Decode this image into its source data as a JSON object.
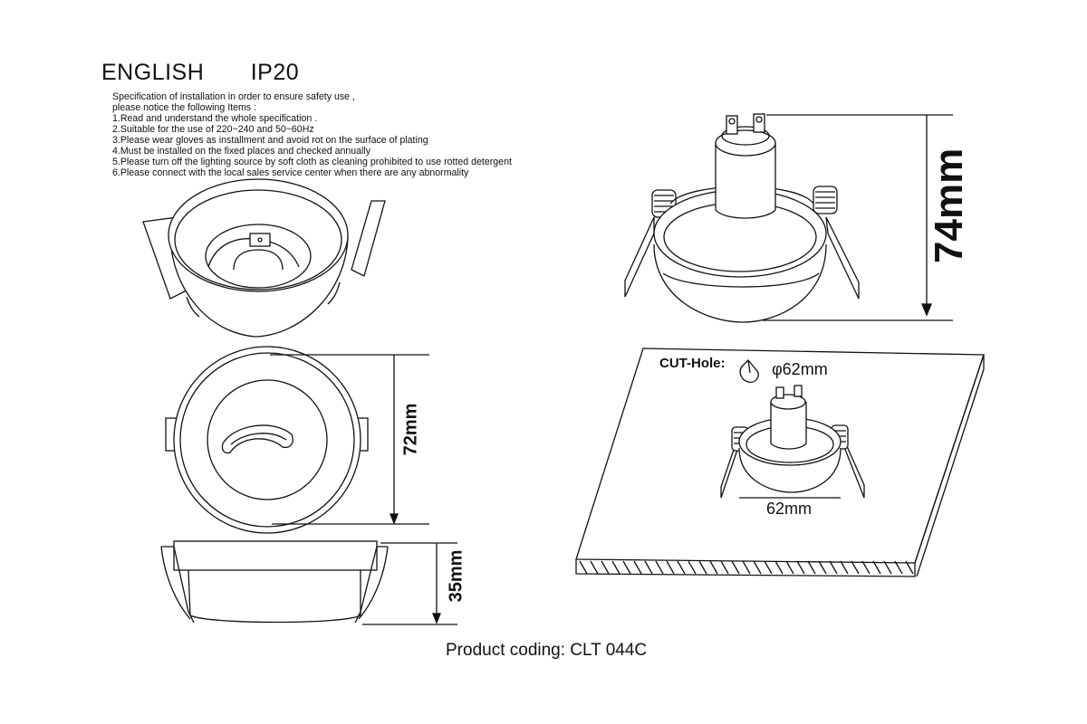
{
  "header": {
    "language": "ENGLISH",
    "rating": "IP20"
  },
  "spec_lines": [
    "Specification of installation in order to ensure safety use ,",
    "please notice the following Items :",
    "1.Read and understand the whole specification .",
    "2.Suitable for the use of 220~240 and 50~60Hz",
    "3.Please wear gloves as installment and avoid rot on the surface of plating",
    "4.Must be installed on the fixed places and checked annually",
    "5.Please turn off the lighting source by soft cloth as cleaning prohibited to use rotted detergent",
    "6.Please connect with the local sales service center when there are any abnormality"
  ],
  "dimensions": {
    "height_total": "74mm",
    "diameter": "72mm",
    "depth": "35mm"
  },
  "cut_hole": {
    "label": "CUT-Hole:",
    "diameter": "φ62mm",
    "width": "62mm"
  },
  "footer": {
    "product_code": "Product coding: CLT 044C"
  }
}
